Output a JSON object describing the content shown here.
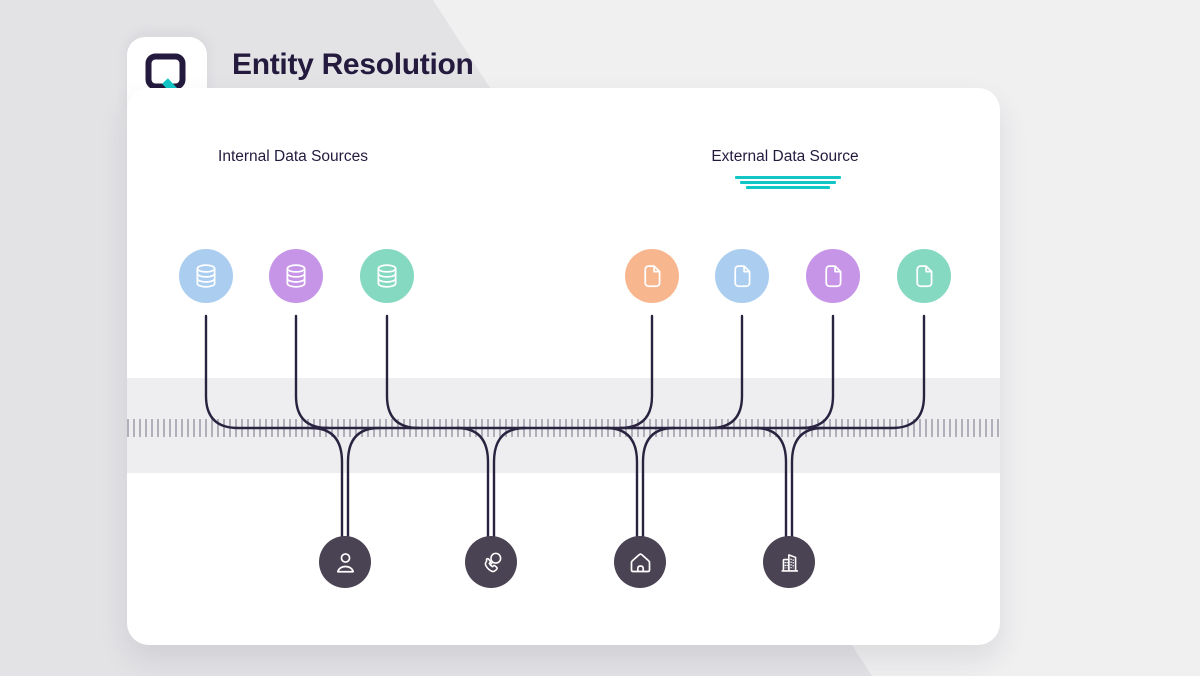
{
  "page": {
    "title": "Entity Resolution"
  },
  "logo": {
    "name": "q-logo"
  },
  "labels": {
    "internal": "Internal Data Sources",
    "external": "External Data Source"
  },
  "internal_sources": [
    {
      "icon": "database-icon",
      "color": "#aacdf0"
    },
    {
      "icon": "database-icon",
      "color": "#c795e8"
    },
    {
      "icon": "database-icon",
      "color": "#85d9c0"
    }
  ],
  "external_sources": [
    {
      "icon": "document-icon",
      "color": "#f8b68f"
    },
    {
      "icon": "document-icon",
      "color": "#aacdf0"
    },
    {
      "icon": "document-icon",
      "color": "#c795e8"
    },
    {
      "icon": "document-icon",
      "color": "#85d9c0"
    }
  ],
  "entities": [
    {
      "icon": "person-icon"
    },
    {
      "icon": "phone-icon"
    },
    {
      "icon": "home-icon"
    },
    {
      "icon": "building-icon"
    }
  ],
  "colors": {
    "title": "#241a3e",
    "line": "#2a2340",
    "teal": "#12c6c6",
    "entity-circle": "#4a4353",
    "band": "#eeeef0",
    "tick": "#b0b0bb",
    "bg-light": "#f0f0f1",
    "bg-dark": "#e3e3e6",
    "card": "#ffffff"
  }
}
